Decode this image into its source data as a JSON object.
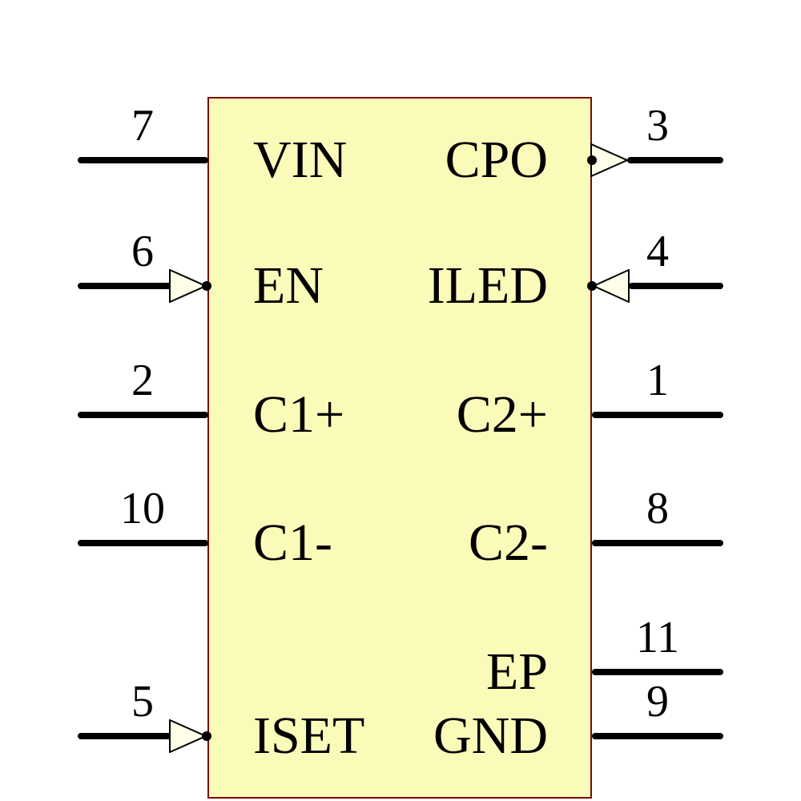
{
  "component": {
    "kind": "schematic-symbol",
    "body_fill": "#FBFBB9",
    "body_border": "#7A0B06",
    "pin_line_color": "#000000",
    "arrow_fill": "#FFFFE9",
    "left_pins": [
      {
        "number": "7",
        "label": "VIN",
        "direction": "none"
      },
      {
        "number": "6",
        "label": "EN",
        "direction": "input"
      },
      {
        "number": "2",
        "label": "C1+",
        "direction": "none"
      },
      {
        "number": "10",
        "label": "C1-",
        "direction": "none"
      },
      {
        "number": "5",
        "label": "ISET",
        "direction": "input"
      }
    ],
    "right_pins": [
      {
        "number": "3",
        "label": "CPO",
        "direction": "output"
      },
      {
        "number": "4",
        "label": "ILED",
        "direction": "input"
      },
      {
        "number": "1",
        "label": "C2+",
        "direction": "none"
      },
      {
        "number": "8",
        "label": "C2-",
        "direction": "none"
      },
      {
        "number": "11",
        "label": "EP",
        "direction": "none"
      },
      {
        "number": "9",
        "label": "GND",
        "direction": "none"
      }
    ]
  }
}
